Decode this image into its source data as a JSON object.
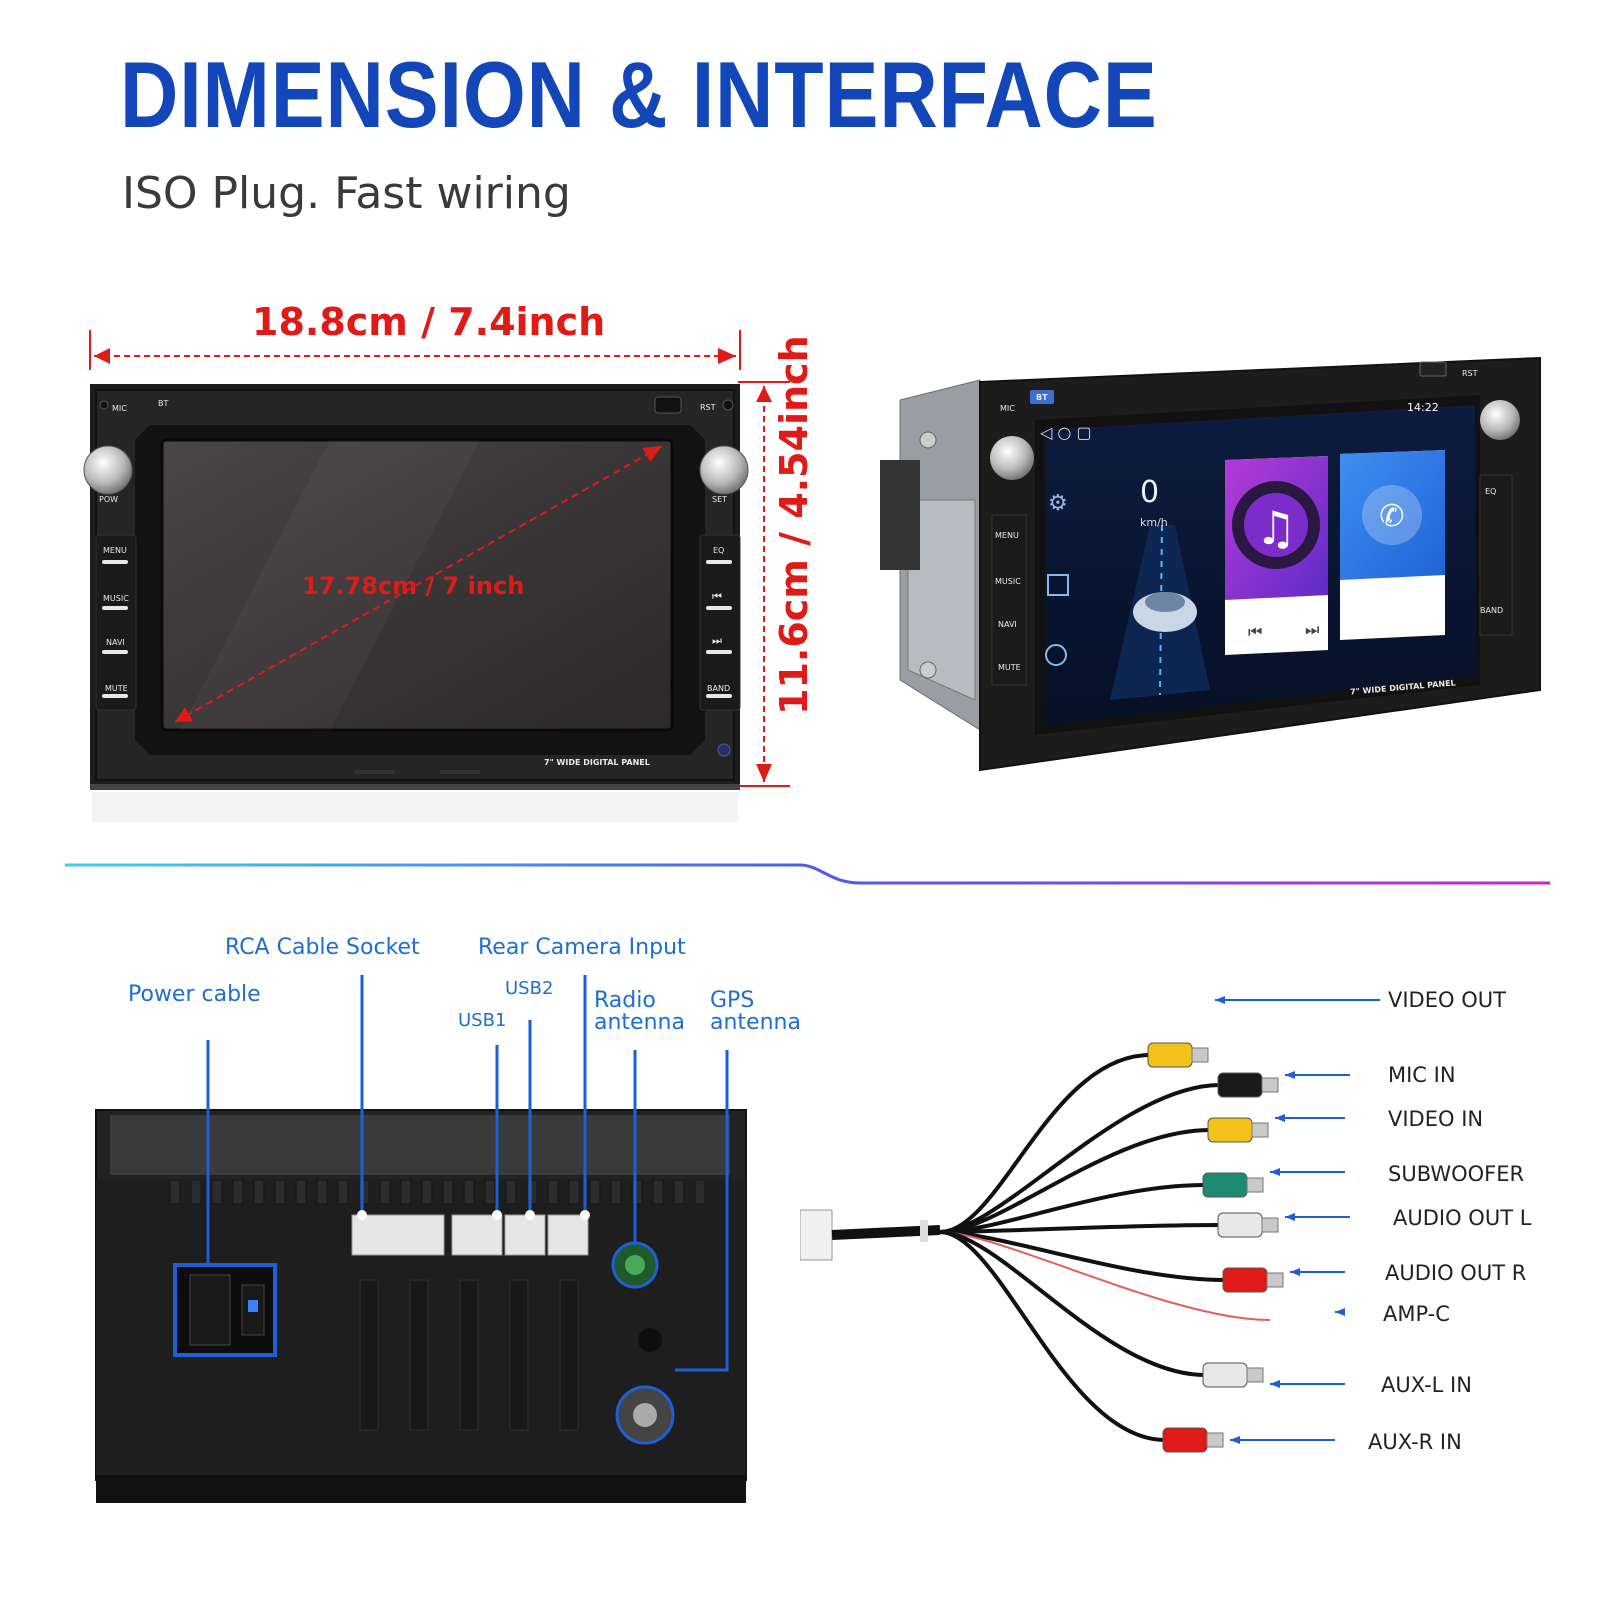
{
  "header": {
    "title": "DIMENSION & INTERFACE",
    "subtitle": "ISO Plug. Fast wiring"
  },
  "dimensions": {
    "width_label": "18.8cm / 7.4inch",
    "height_label": "11.6cm / 4.54inch",
    "diagonal_label": "17.78cm / 7 inch"
  },
  "front_panel": {
    "top_labels": {
      "mic": "MIC",
      "bt": "BT",
      "rst": "RST"
    },
    "knob_labels": {
      "left": "POW",
      "right": "SET"
    },
    "left_buttons": [
      "MENU",
      "MUSIC",
      "NAVI",
      "MUTE"
    ],
    "right_buttons": [
      "EQ",
      "⏮",
      "⏭",
      "BAND"
    ],
    "panel_text": "7\" WIDE DIGITAL PANEL"
  },
  "screen_ui": {
    "time": "14:22",
    "speed": "0",
    "speed_unit": "km/h"
  },
  "rear_interfaces": {
    "rca_socket": "RCA Cable Socket",
    "rear_camera": "Rear Camera Input",
    "power_cable": "Power cable",
    "usb2": "USB2",
    "usb1": "USB1",
    "radio_antenna_line1": "Radio",
    "radio_antenna_line2": "antenna",
    "gps_antenna_line1": "GPS",
    "gps_antenna_line2": "antenna"
  },
  "cable_outputs": [
    "VIDEO OUT",
    "MIC IN",
    "VIDEO IN",
    "SUBWOOFER",
    "AUDIO OUT L",
    "AUDIO OUT R",
    "AMP-C",
    "AUX-L IN",
    "AUX-R IN"
  ],
  "colors": {
    "title_blue": "#1346b8",
    "dimension_red": "#e01a16",
    "label_blue": "#1e6fd1",
    "highlight_blue": "#1f5fd6"
  }
}
